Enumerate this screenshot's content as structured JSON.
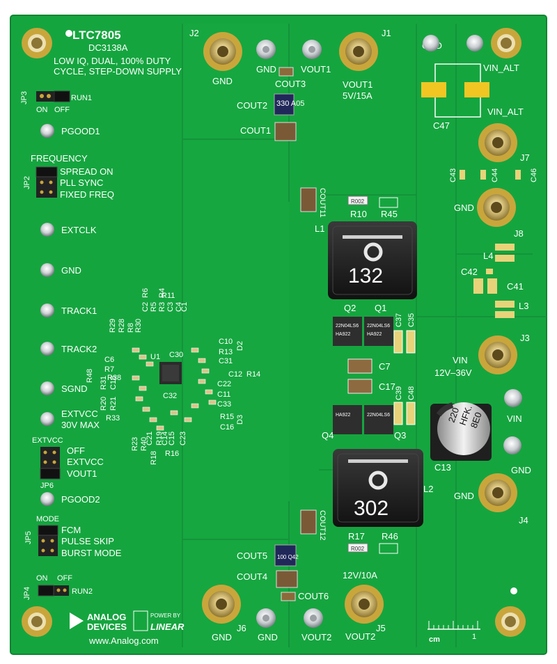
{
  "header": {
    "part": "LTC7805",
    "board": "DC3138A",
    "line1": "LOW IQ, DUAL, 100% DUTY",
    "line2": "CYCLE, STEP-DOWN SUPPLY"
  },
  "left": {
    "jp3": "JP3",
    "jp3_net": "RUN1",
    "jp3_on": "ON",
    "jp3_off": "OFF",
    "pgood1": "PGOOD1",
    "freq_title": "FREQUENCY",
    "jp2": "JP2",
    "freq_opts": [
      "SPREAD ON",
      "PLL SYNC",
      "FIXED FREQ"
    ],
    "extclk": "EXTCLK",
    "gnd": "GND",
    "track1": "TRACK1",
    "track2": "TRACK2",
    "sgnd": "SGND",
    "extvcc": "EXTVCC",
    "max30": "30V MAX",
    "jp6_title": "EXTVCC",
    "jp6_opts": [
      "OFF",
      "EXTVCC",
      "VOUT1"
    ],
    "jp6": "JP6",
    "pgood2": "PGOOD2",
    "mode_title": "MODE",
    "jp5": "JP5",
    "mode_opts": [
      "FCM",
      "PULSE SKIP",
      "BURST MODE"
    ],
    "jp4": "JP4",
    "jp4_on": "ON",
    "jp4_off": "OFF",
    "jp4_net": "RUN2"
  },
  "controller": {
    "u1": "U1",
    "refs": [
      "R29",
      "R28",
      "R8",
      "R30",
      "C2",
      "R5",
      "R6",
      "R3",
      "R4",
      "C3",
      "R11",
      "C4",
      "C1",
      "C6",
      "R7",
      "R48",
      "R38",
      "R31",
      "C18",
      "R20",
      "R21",
      "R33",
      "C30",
      "C10",
      "R13",
      "C31",
      "D2",
      "C12",
      "R14",
      "C22",
      "C11",
      "C33",
      "C32",
      "R15",
      "D3",
      "C16",
      "R23",
      "R40",
      "C21",
      "R18",
      "R19",
      "C14",
      "C15",
      "R16",
      "C23"
    ]
  },
  "power": {
    "j2": "J2",
    "gnd_top1": "GND",
    "gnd_top2": "GND",
    "vout1_pin": "VOUT1",
    "cout3": "COUT3",
    "j1": "J1",
    "vout1": "VOUT1",
    "vout1_spec": "5V/15A",
    "cout2": "COUT2",
    "cout1": "COUT1",
    "cout2_mark": "330 A05",
    "cout11": "COUT11",
    "r10": "R10",
    "r45": "R45",
    "r10_mark": "R002",
    "l1": "L1",
    "l1_mark": "132",
    "q2": "Q2",
    "q1": "Q1",
    "c37": "C37",
    "c35": "C35",
    "q_mark_a": "22N04LS6",
    "q_mark_b": "HA922",
    "c7": "C7",
    "c17": "C17",
    "c39": "C39",
    "c48": "C48",
    "q4": "Q4",
    "q3": "Q3",
    "l2": "L2",
    "l2_mark": "302",
    "cout12": "COUT12",
    "r17": "R17",
    "r46": "R46",
    "r17_mark": "R002",
    "cout5": "COUT5",
    "cout5_mark": "100 Q42",
    "cout4": "COUT4",
    "cout6": "COUT6",
    "vout2_spec": "12V/10A",
    "j6": "J6",
    "gnd_bot1": "GND",
    "gnd_bot2": "GND",
    "vout2_pin": "VOUT2",
    "vout2": "VOUT2",
    "j5": "J5"
  },
  "input": {
    "gnd_top": "GND",
    "vin_alt_top": "VIN_ALT",
    "c47": "C47",
    "vin_alt": "VIN_ALT",
    "j7": "J7",
    "c43": "C43",
    "c44": "C44",
    "c46": "C46",
    "gnd": "GND",
    "j8": "J8",
    "l4": "L4",
    "c42": "C42",
    "c41": "C41",
    "l3": "L3",
    "j3": "J3",
    "vin": "VIN",
    "vin_range": "12V–36V",
    "vin_pin": "VIN",
    "c13": "C13",
    "c13_mark": [
      "220",
      "HFK.",
      "8E0"
    ],
    "gnd2": "GND",
    "gnd3": "GND",
    "j4": "J4"
  },
  "footer": {
    "adi1": "ANALOG",
    "adi2": "DEVICES",
    "powered_by": "POWER BY",
    "linear": "LINEAR",
    "url": "www.Analog.com",
    "ruler_unit": "cm",
    "ruler_one": "1"
  },
  "colors": {
    "pcb": "#15a53f",
    "pcb_dark": "#108a34",
    "silk": "#ffffff",
    "gold": "#c9a63b",
    "black_part": "#1d1d1d",
    "pad": "#e7c641"
  }
}
